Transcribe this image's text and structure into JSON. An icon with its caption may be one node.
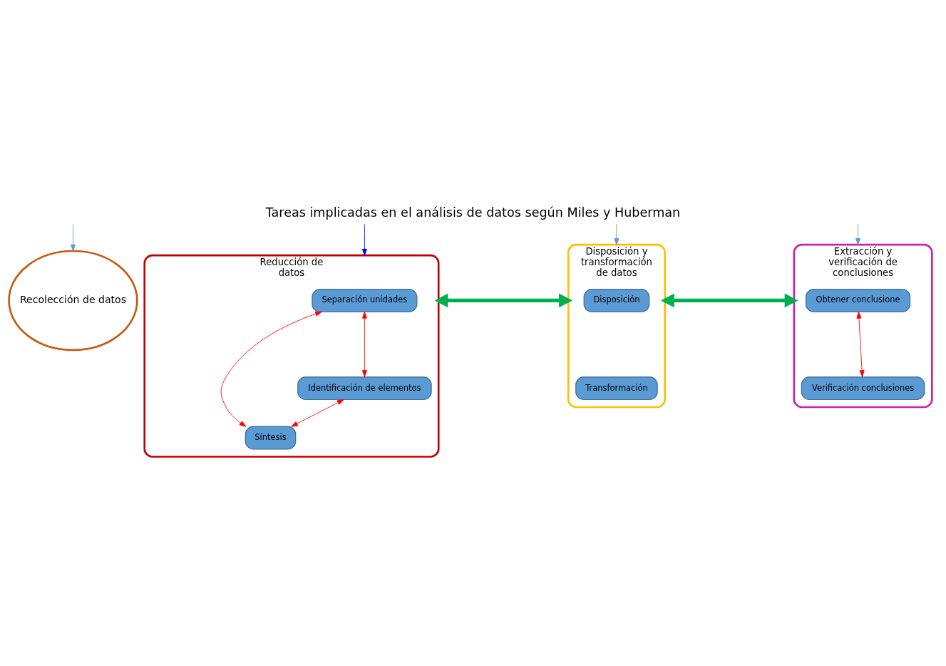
{
  "diagram": {
    "title": "Tareas implicadas en el análisis de datos según Miles y Huberman",
    "nodes": [
      {
        "text": [
          "Recolección de datos"
        ]
      },
      {
        "text": [
          "Reducción de datos"
        ]
      },
      {
        "text": [
          "Separación unidades"
        ],
        "in": 1
      },
      {
        "text": [
          "Síntesis"
        ],
        "in": 1
      },
      {
        "text": [
          "Identificación de elementos"
        ],
        "in": 1
      },
      {
        "text": [
          "Disposición y transformación de datos"
        ]
      },
      {
        "text": [
          "Disposición"
        ],
        "in": 5
      },
      {
        "text": [
          "Transformación"
        ],
        "in": 5
      },
      {
        "text": [
          "Extracción y verificación de conclusiones"
        ]
      },
      {
        "text": [
          "Obtener conclusione"
        ],
        "in": 8
      },
      {
        "text": [
          "Verificación conclusiones"
        ],
        "in": 8
      }
    ],
    "edges": [
      {
        "from": null,
        "to": 1,
        "arrow": "to",
        "color": "#0000ff"
      },
      {
        "from": null,
        "to": 5,
        "arrow": "to",
        "color": "#5b9bd5"
      },
      {
        "from": null,
        "to": 8,
        "arrow": "to",
        "color": "#5b9bd5"
      },
      {
        "from": 2,
        "to": 3,
        "arrow": "both"
      },
      {
        "from": 2,
        "to": 4,
        "arrow": "both"
      },
      {
        "from": 4,
        "to": 3,
        "arrow": "both"
      },
      {
        "from": 1,
        "to": 5,
        "arrow": "both",
        "style": "thick",
        "color": "#00b050"
      },
      {
        "from": 5,
        "to": 8,
        "arrow": "both",
        "style": "thick",
        "color": "#00b050"
      },
      {
        "from": 9,
        "to": 10,
        "arrow": "both"
      },
      {
        "from": null,
        "to": 0,
        "arrow": "to",
        "color": "#5b9bd5"
      }
    ]
  }
}
